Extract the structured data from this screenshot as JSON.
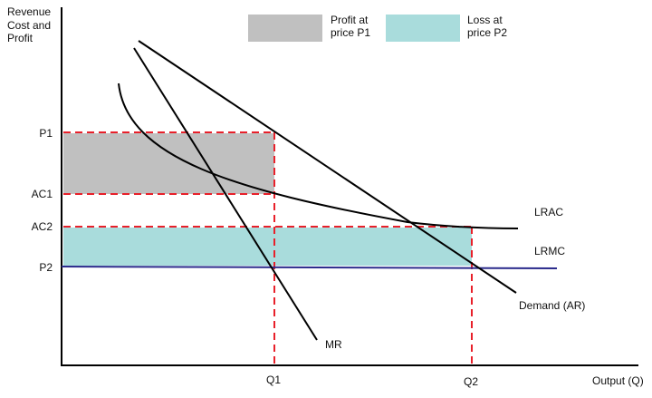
{
  "chart_data": {
    "type": "line",
    "title": "",
    "ylabel": [
      "Revenue",
      "Cost and",
      "Profit"
    ],
    "xlabel": "Output (Q)",
    "y_ticks": [
      "P1",
      "AC1",
      "AC2",
      "P2"
    ],
    "x_ticks": [
      "Q1",
      "Q2"
    ],
    "series": [
      {
        "name": "Demand (AR)",
        "color": "#000000"
      },
      {
        "name": "MR",
        "color": "#000000"
      },
      {
        "name": "LRAC",
        "color": "#000000"
      },
      {
        "name": "LRMC",
        "color": "#2b2b8c"
      }
    ],
    "legend": [
      {
        "label_line1": "Profit at",
        "label_line2": "price P1",
        "color": "#c0c0c0"
      },
      {
        "label_line1": "Loss at",
        "label_line2": "price P2",
        "color": "#a9dcdc"
      }
    ],
    "guide_color": "#e8202a",
    "legend_position": "top"
  }
}
